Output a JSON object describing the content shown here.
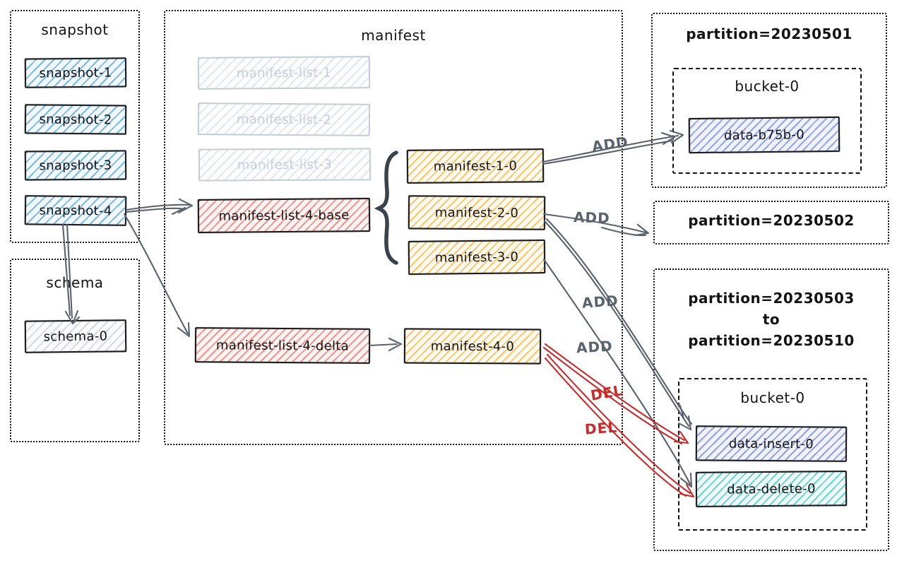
{
  "diagram": {
    "snapshot": {
      "title": "snapshot",
      "items": [
        {
          "label": "snapshot-1"
        },
        {
          "label": "snapshot-2"
        },
        {
          "label": "snapshot-3"
        },
        {
          "label": "snapshot-4"
        }
      ]
    },
    "schema": {
      "title": "schema",
      "items": [
        {
          "label": "schema-0"
        }
      ]
    },
    "manifest": {
      "title": "manifest",
      "faded_lists": [
        {
          "label": "manifest-list-1"
        },
        {
          "label": "manifest-list-2"
        },
        {
          "label": "manifest-list-3"
        }
      ],
      "list_base": {
        "label": "manifest-list-4-base"
      },
      "list_delta": {
        "label": "manifest-list-4-delta"
      },
      "files": [
        {
          "label": "manifest-1-0"
        },
        {
          "label": "manifest-2-0"
        },
        {
          "label": "manifest-3-0"
        },
        {
          "label": "manifest-4-0"
        }
      ]
    },
    "partitions": {
      "p20230501": {
        "title": "partition=20230501",
        "bucket": {
          "title": "bucket-0",
          "files": [
            {
              "label": "data-b75b-0"
            }
          ]
        }
      },
      "p20230502": {
        "title": "partition=20230502"
      },
      "p20230503_10": {
        "title_lines": [
          "partition=20230503",
          "to",
          "partition=20230510"
        ],
        "bucket": {
          "title": "bucket-0",
          "files": [
            {
              "label": "data-insert-0"
            },
            {
              "label": "data-delete-0"
            }
          ]
        }
      }
    },
    "edge_labels": {
      "add1": "ADD",
      "add2": "ADD",
      "add3": "ADD",
      "add4": "ADD",
      "del1": "DEL",
      "del2": "DEL"
    },
    "colors": {
      "snapshot_hatch": "#3e96d6",
      "manifest_list_hatch": "#e0493e",
      "manifest_file_hatch": "#f0a41c",
      "data_file_hatch": "#586edc",
      "insert_file_hatch": "#5a68c8",
      "delete_file_hatch": "#1ab6ae",
      "schema_hatch": "#a8b0be",
      "arrow_gray": "#59626d",
      "arrow_red": "#cd2b2b"
    }
  }
}
